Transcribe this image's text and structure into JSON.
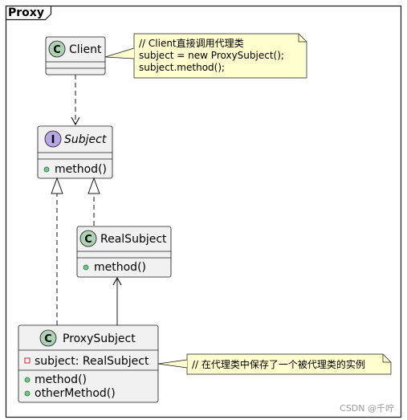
{
  "frame": {
    "title": "Proxy"
  },
  "classes": {
    "client": {
      "badge": "C",
      "name": "Client"
    },
    "subject": {
      "badge": "I",
      "name": "Subject",
      "methods": [
        "method()"
      ]
    },
    "real_subject": {
      "badge": "C",
      "name": "RealSubject",
      "methods": [
        "method()"
      ]
    },
    "proxy_subject": {
      "badge": "C",
      "name": "ProxySubject",
      "fields": [
        "subject: RealSubject"
      ],
      "methods": [
        "method()",
        "otherMethod()"
      ]
    }
  },
  "notes": {
    "client_note": [
      "// Client直接调用代理类",
      "subject = new ProxySubject();",
      "subject.method();"
    ],
    "proxy_note": [
      "// 在代理类中保存了一个被代理类的实例"
    ]
  },
  "watermark": "CSDN @千咛",
  "colors": {
    "class_fill": "#f1f1f1",
    "class_border": "#181818",
    "class_badge": "#add1b2",
    "interface_badge": "#b4a7e5",
    "note_fill": "#fefece",
    "public_marker": "#84be84",
    "private_marker": "#c82930"
  }
}
